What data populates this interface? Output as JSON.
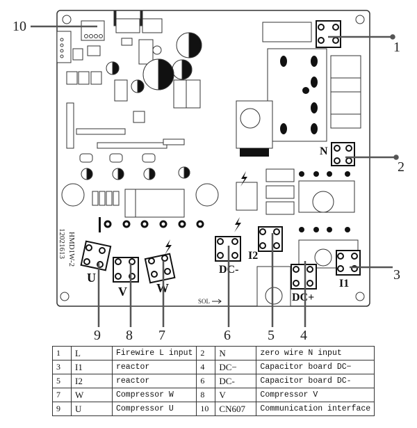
{
  "diagram": {
    "title": "Outdoor unit main control board connection diagram",
    "board": {
      "silkscreen_model": "HMD1W-2",
      "silkscreen_date": "12021613",
      "port_labels": [
        "N",
        "I2",
        "DC-",
        "DC+",
        "I1",
        "U",
        "V",
        "W",
        "SOL"
      ],
      "sol_label": "SOL"
    },
    "callouts": [
      {
        "number": "1",
        "target": "L"
      },
      {
        "number": "2",
        "target": "N"
      },
      {
        "number": "3",
        "target": "I1"
      },
      {
        "number": "4",
        "target": "DC+"
      },
      {
        "number": "5",
        "target": "I2"
      },
      {
        "number": "6",
        "target": "DC-"
      },
      {
        "number": "7",
        "target": "W"
      },
      {
        "number": "8",
        "target": "V"
      },
      {
        "number": "9",
        "target": "U"
      },
      {
        "number": "10",
        "target": "CN607"
      }
    ]
  },
  "table": {
    "rows": [
      [
        {
          "num": "1",
          "code": "L",
          "desc": "Firewire L input"
        },
        {
          "num": "2",
          "code": "N",
          "desc": "zero wire N input"
        }
      ],
      [
        {
          "num": "3",
          "code": "I1",
          "desc": "reactor"
        },
        {
          "num": "4",
          "code": "DC−",
          "desc": "Capacitor board DC−"
        }
      ],
      [
        {
          "num": "5",
          "code": "I2",
          "desc": "reactor"
        },
        {
          "num": "6",
          "code": "DC-",
          "desc": "Capacitor board DC-"
        }
      ],
      [
        {
          "num": "7",
          "code": "W",
          "desc": "Compressor W"
        },
        {
          "num": "8",
          "code": "V",
          "desc": "Compressor V"
        }
      ],
      [
        {
          "num": "9",
          "code": "U",
          "desc": "Compressor U"
        },
        {
          "num": "10",
          "code": "CN607",
          "desc": "Communication interface"
        }
      ]
    ]
  }
}
